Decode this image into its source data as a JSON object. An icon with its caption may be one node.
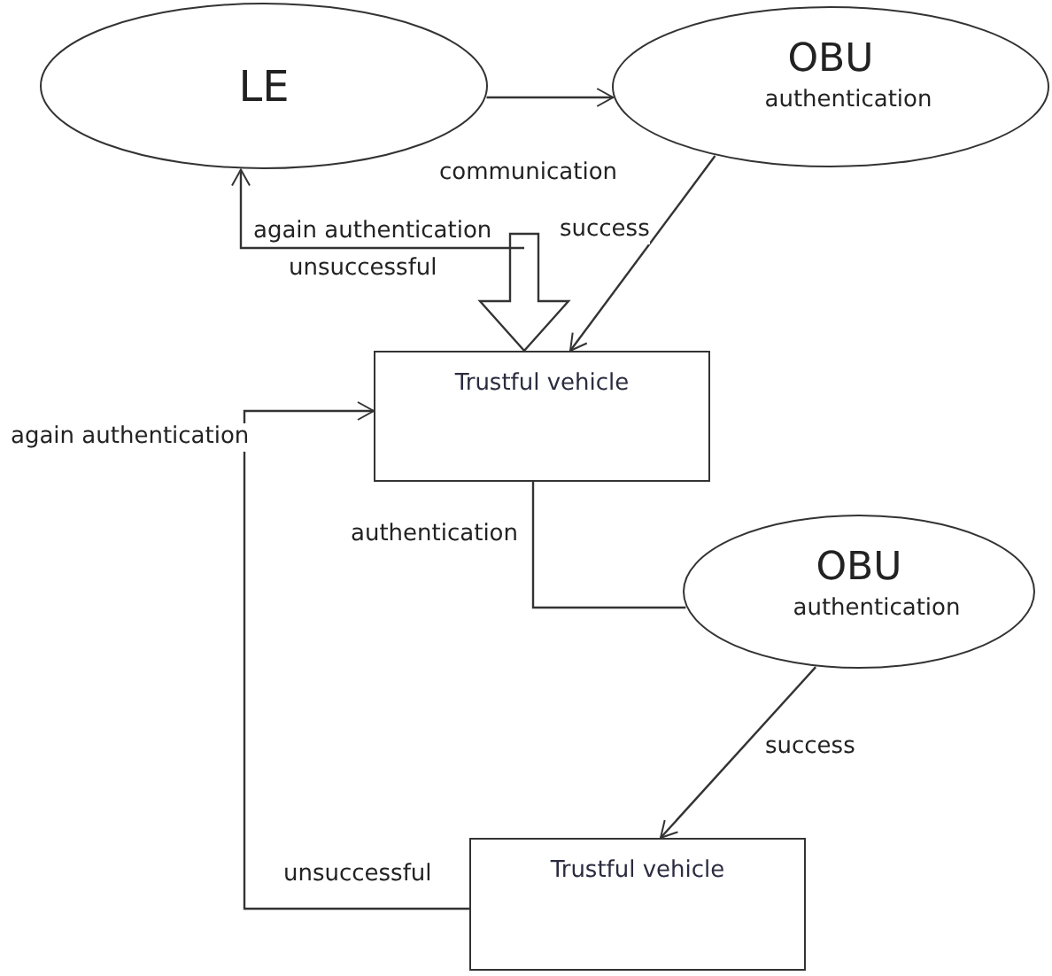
{
  "diagram": {
    "nodes": [
      {
        "text": [
          "LE"
        ]
      },
      {
        "text": [
          "OBU",
          "authentication"
        ]
      },
      {
        "text": [
          "Trustful vehicle"
        ]
      },
      {
        "text": [
          "OBU",
          "authentication"
        ]
      },
      {
        "text": [
          "Trustful vehicle"
        ]
      }
    ],
    "edges": [
      {
        "from": 0,
        "to": 1,
        "arrow": "to"
      },
      {
        "from": 1,
        "to": 2,
        "arrow": "to",
        "label": "success"
      },
      {
        "from": null,
        "to": 2,
        "arrow": "to",
        "label": "communication",
        "style": "thick"
      },
      {
        "from": null,
        "to": 0,
        "arrow": "to",
        "label": "again authentication"
      },
      {
        "from": 2,
        "to": 3,
        "arrow": "none",
        "label": "authentication"
      },
      {
        "from": 3,
        "to": 4,
        "arrow": "to",
        "label": "success"
      },
      {
        "from": 4,
        "to": 2,
        "arrow": "to",
        "label": "unsuccessful"
      }
    ],
    "labels": [
      "unsuccessful",
      "again authentication"
    ]
  }
}
